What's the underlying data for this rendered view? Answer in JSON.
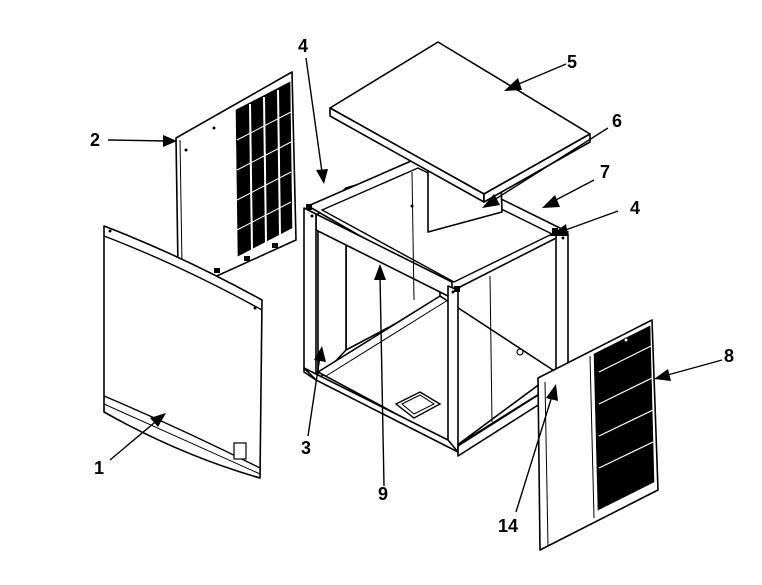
{
  "callouts": {
    "c1": "1",
    "c2": "2",
    "c3": "3",
    "c4a": "4",
    "c4b": "4",
    "c5": "5",
    "c6": "6",
    "c7": "7",
    "c8": "8",
    "c9": "9",
    "c14": "14"
  }
}
